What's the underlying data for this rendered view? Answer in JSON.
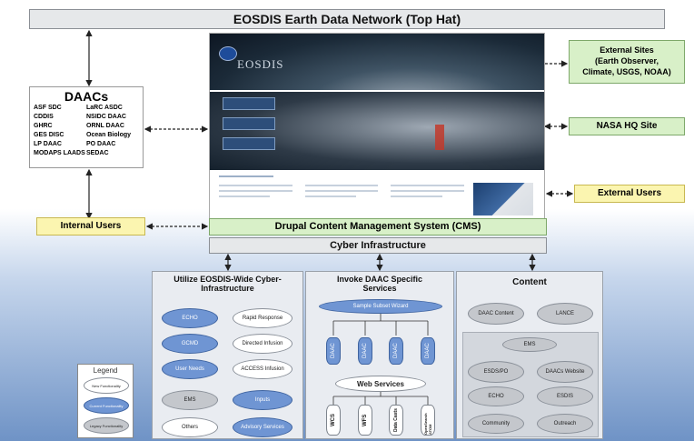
{
  "top_bar": "EOSDIS Earth Data Network (Top Hat)",
  "daacs": {
    "title": "DAACs",
    "left": [
      "ASF SDC",
      "CDDIS",
      "GHRC",
      "GES DISC",
      "LP DAAC",
      "MODAPS LAADS"
    ],
    "right": [
      "LaRC ASDC",
      "NSIDC DAAC",
      "ORNL DAAC",
      "Ocean Biology",
      "PO DAAC",
      "SEDAC"
    ]
  },
  "website": {
    "logo": "EOSDIS"
  },
  "right_boxes": {
    "external_sites": [
      "External Sites",
      "(Earth Observer,",
      "Climate, USGS, NOAA)"
    ],
    "nasa_hq": "NASA HQ Site",
    "external_users": "External Users"
  },
  "internal_users": "Internal Users",
  "cms_bar": "Drupal Content Management System (CMS)",
  "cyber_bar": "Cyber Infrastructure",
  "panel_left": {
    "title": [
      "Utilize EOSDIS-Wide Cyber-",
      "Infrastructure"
    ],
    "left_col": [
      "ECHO",
      "GCMD",
      "User Needs",
      "EMS",
      "Others"
    ],
    "right_col": [
      "Rapid Response",
      "Directed Infusion",
      "ACCESS Infusion",
      "Inputs",
      "Advisory Services"
    ]
  },
  "panel_mid": {
    "title": [
      "Invoke DAAC Specific",
      "Services"
    ],
    "wizard": "Sample Subset Wizard",
    "daac_items": [
      "DAAC",
      "DAAC",
      "DAAC",
      "DAAC"
    ],
    "web_services": "Web Services",
    "ws_items": [
      "WCS",
      "WFS",
      "Data Casts",
      "OpenSearch ATOM"
    ]
  },
  "panel_right": {
    "title": "Content",
    "top_items": [
      "DAAC Content",
      "LANCE"
    ],
    "bottom_items": [
      "EMS",
      "ESDS/PO",
      "DAACs Website",
      "ECHO",
      "ESDIS",
      "Community",
      "Outreach"
    ]
  },
  "legend": {
    "title": "Legend",
    "items": [
      "New Functionality",
      "Current Functionality",
      "Legacy Functionality"
    ]
  }
}
